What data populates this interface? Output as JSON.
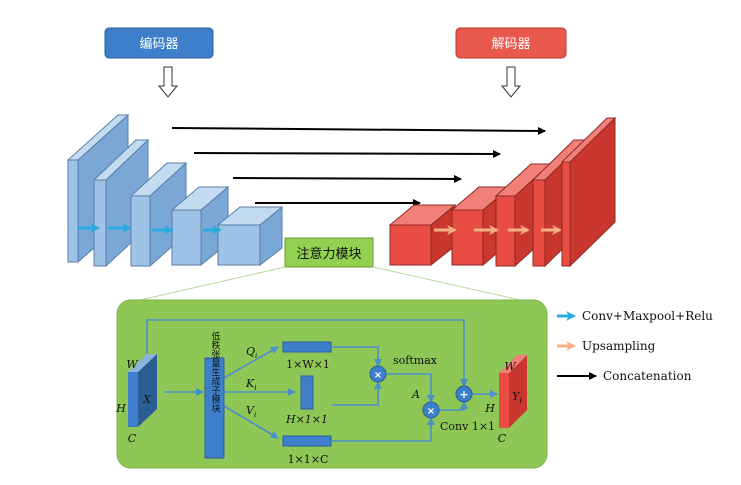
{
  "labels": {
    "encoder": "编码器",
    "decoder": "解码器",
    "attention_module": "注意力模块",
    "lowrank_tensor_module": "低秩张量生成子模块",
    "softmax": "softmax",
    "conv": "Conv 1×1",
    "q": "Q",
    "q_sub": "i",
    "k": "K",
    "k_sub": "i",
    "v": "V",
    "v_sub": "i",
    "a": "A",
    "x": "X",
    "y": "Y",
    "y_sub": "i",
    "w": "W",
    "h": "H",
    "c": "C",
    "dim_q": "1×W×1",
    "dim_k": "H×1×1",
    "dim_v": "1×1×C",
    "op_mul": "×",
    "op_add": "+"
  },
  "legend": [
    {
      "label": "Conv+Maxpool+Relu",
      "color": "#29abe2"
    },
    {
      "label": "Upsampling",
      "color": "#f4b183"
    },
    {
      "label": "Concatenation",
      "color": "#000000"
    }
  ],
  "colors": {
    "encoder_box": "#3d7fca",
    "decoder_box": "#e8584d",
    "encoder_block": "#9dc3e6",
    "decoder_block": "#e84c43",
    "attention_panel": "#8fc756",
    "attention_label": "#92d050",
    "bar": "#3d7fca"
  }
}
